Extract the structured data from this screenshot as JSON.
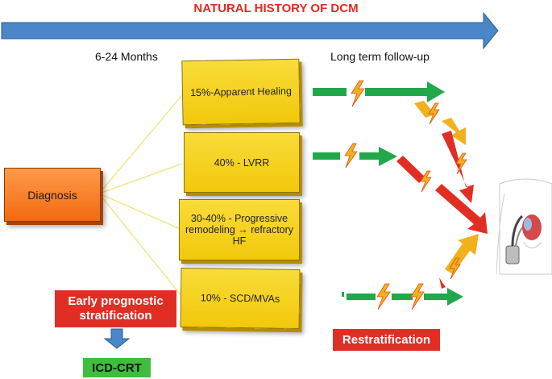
{
  "title": "NATURAL HISTORY OF DCM",
  "phase_left": "6-24 Months",
  "phase_right": "Long term follow-up",
  "diagnosis": "Diagnosis",
  "outcomes": [
    {
      "label": "15%-Apparent Healing"
    },
    {
      "label": "40% - LVRR"
    },
    {
      "label": "30-40% - Progressive remodeling → refractory HF"
    },
    {
      "label": "10% - SCD/MVAs"
    }
  ],
  "early": "Early prognostic stratification",
  "icd": "ICD-CRT",
  "restrat": "Restratification",
  "colors": {
    "timeline": "#4a86c8",
    "box": "#f5d11c",
    "diagnosis": "#f27a1f",
    "red": "#e12e25",
    "green": "#21a84a",
    "orange": "#f2b01c"
  },
  "icons": {
    "lightning": "lightning-icon",
    "device": "icd-device-body-icon"
  }
}
